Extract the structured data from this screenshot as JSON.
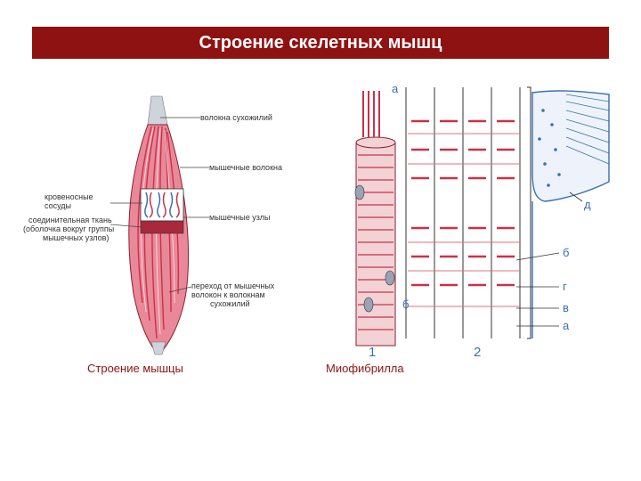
{
  "slide": {
    "title": "Строение скелетных мышц"
  },
  "left_figure": {
    "caption": "Строение мышцы",
    "labels": {
      "tendon": "волокна сухожилий",
      "fibers": "мышечные волокна",
      "vessel_l1": "кровеносные",
      "vessel_l2": "сосуды",
      "conn_l1": "соединительная ткань",
      "conn_l2": "(оболочка вокруг группы",
      "conn_l3": "мышечных узлов)",
      "bundles": "мышечные узлы",
      "trans_l1": "переход от мышечных",
      "trans_l2": "волокон к волокнам",
      "trans_l3": "сухожилий"
    }
  },
  "right_figure": {
    "caption": "Миофибрилла",
    "letters": {
      "a_top": "а",
      "d": "д",
      "b_right": "б",
      "g": "г",
      "v": "в",
      "a_bottom": "а",
      "b_left": "б",
      "num1": "1",
      "num2": "2"
    }
  },
  "colors": {
    "title_bg": "#8f1212",
    "muscle_red": "#c8324a",
    "blue": "#3b6fb0"
  }
}
